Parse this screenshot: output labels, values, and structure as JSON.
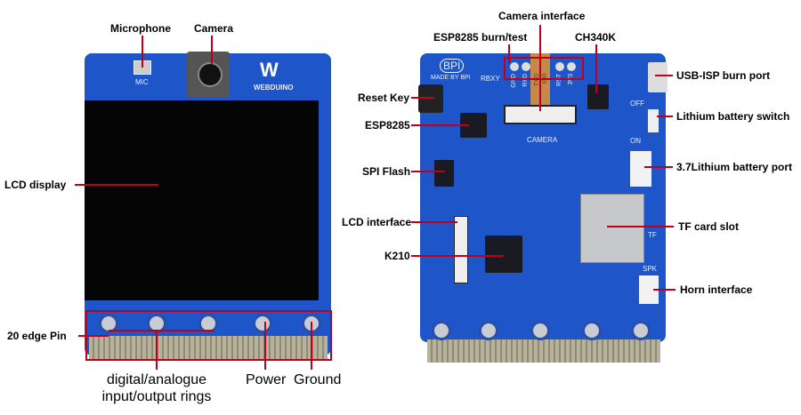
{
  "left_board": {
    "labels": {
      "microphone": "Microphone",
      "camera": "Camera",
      "lcd_display": "LCD display",
      "edge_pin": "20 edge Pin",
      "rings": [
        "digital/analogue",
        "input/output rings"
      ],
      "power": "Power",
      "ground": "Ground"
    },
    "silk": {
      "mic": "MIC",
      "brand": "WEBDUINO"
    }
  },
  "right_board": {
    "labels": {
      "camera_interface": "Camera interface",
      "esp_burn": "ESP8285 burn/test",
      "ch340k": "CH340K",
      "usb_isp": "USB-ISP burn port",
      "reset_key": "Reset Key",
      "esp8285": "ESP8285",
      "battery_switch": "Lithium battery switch",
      "spi_flash": "SPI Flash",
      "battery_port": "3.7Lithium battery port",
      "lcd_interface": "LCD interface",
      "tf_slot": "TF card slot",
      "k210": "K210",
      "horn": "Horn interface"
    },
    "silk": {
      "bpi": "BPI",
      "made_by": "MADE BY BPI",
      "code": "RBXY",
      "camera": "CAMERA",
      "off": "OFF",
      "on": "ON",
      "spk": "SPK",
      "tf": "TF",
      "pins": [
        "GND",
        "RXD",
        "TXD",
        "IO0",
        "RST",
        "3V3"
      ]
    }
  },
  "colors": {
    "pcb": "#1e55c8",
    "annotation": "#c0001a"
  }
}
